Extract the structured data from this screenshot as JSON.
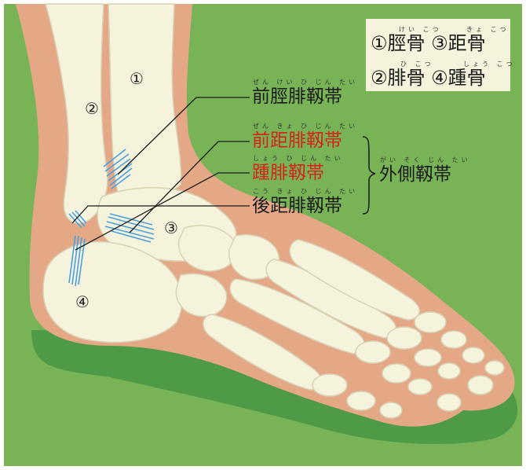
{
  "legend": {
    "row1": {
      "text": "①脛骨 ③距骨",
      "ruby_a": "けい こつ",
      "ruby_b": "きょ こつ"
    },
    "row2": {
      "text": "②腓骨 ④踵骨",
      "ruby_a": "ひ こつ",
      "ruby_b": "しょう こつ"
    }
  },
  "markers": {
    "m1": "①",
    "m2": "②",
    "m3": "③",
    "m4": "④"
  },
  "ligaments": [
    {
      "text": "前脛腓靱帯",
      "ruby": "ぜん けい ひ じん たい",
      "color": "#1a1a1a"
    },
    {
      "text": "前距腓靱帯",
      "ruby": "ぜん きょ ひ じん たい",
      "color": "#d3231b"
    },
    {
      "text": "踵腓靱帯",
      "ruby": "しょう ひ じん たい",
      "color": "#d3231b"
    },
    {
      "text": "後距腓靱帯",
      "ruby": "こう きょ ひ じん たい",
      "color": "#1a1a1a"
    }
  ],
  "group": {
    "text": "外側靱帯",
    "ruby": "がい そく じん たい"
  },
  "colors": {
    "background": "#78b456",
    "shadow": "#4e9a46",
    "skin": "#e5a887",
    "bone": "#f6f3dc",
    "ligament": "#4aa0de",
    "highlight_red": "#d3231b"
  }
}
